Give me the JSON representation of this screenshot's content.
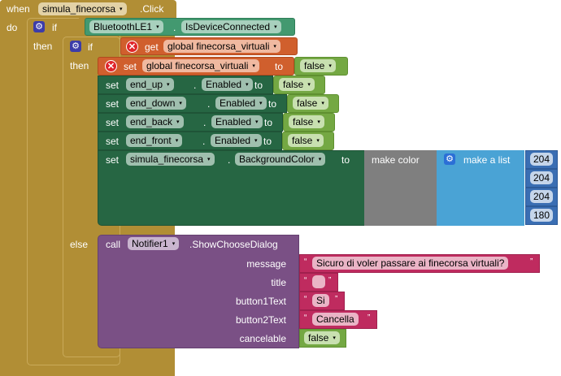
{
  "event": {
    "when_label": "when",
    "component": "simula_finecorsa",
    "event_name": ".Click",
    "do_label": "do"
  },
  "outer_if": {
    "if_label": "if",
    "then_label": "then",
    "condition": {
      "component": "BluetoothLE1",
      "dot": ".",
      "property": "IsDeviceConnected"
    }
  },
  "inner_if": {
    "if_label": "if",
    "then_label": "then",
    "else_label": "else",
    "condition": {
      "get_label": "get",
      "variable": "global finecorsa_virtuali"
    }
  },
  "then_statements": {
    "set_global": {
      "set_label": "set",
      "variable": "global finecorsa_virtuali",
      "to_label": "to",
      "value": "false"
    },
    "set_enabled": [
      {
        "set_label": "set",
        "component": "end_up",
        "dot": ".",
        "property": "Enabled",
        "to_label": "to",
        "value": "false"
      },
      {
        "set_label": "set",
        "component": "end_down",
        "dot": ".",
        "property": "Enabled",
        "to_label": "to",
        "value": "false"
      },
      {
        "set_label": "set",
        "component": "end_back",
        "dot": ".",
        "property": "Enabled",
        "to_label": "to",
        "value": "false"
      },
      {
        "set_label": "set",
        "component": "end_front",
        "dot": ".",
        "property": "Enabled",
        "to_label": "to",
        "value": "false"
      }
    ],
    "set_color": {
      "set_label": "set",
      "component": "simula_finecorsa",
      "dot": ".",
      "property": "BackgroundColor",
      "to_label": "to",
      "make_color_label": "make color",
      "make_list_label": "make a list",
      "values": [
        "204",
        "204",
        "204",
        "180"
      ]
    }
  },
  "else_statements": {
    "call_label": "call",
    "component": "Notifier1",
    "method": ".ShowChooseDialog",
    "args": [
      {
        "name": "message",
        "type": "text",
        "value": "Sicuro di voler passare ai finecorsa virtuali?"
      },
      {
        "name": "title",
        "type": "text",
        "value": ""
      },
      {
        "name": "button1Text",
        "type": "text",
        "value": "Si"
      },
      {
        "name": "button2Text",
        "type": "text",
        "value": "Cancella"
      },
      {
        "name": "cancelable",
        "type": "boolean",
        "value": "false"
      }
    ]
  },
  "icons": {
    "gear": "⚙",
    "error": "✕",
    "dropdown": "▾",
    "quote_open": "“",
    "quote_close": "”"
  }
}
